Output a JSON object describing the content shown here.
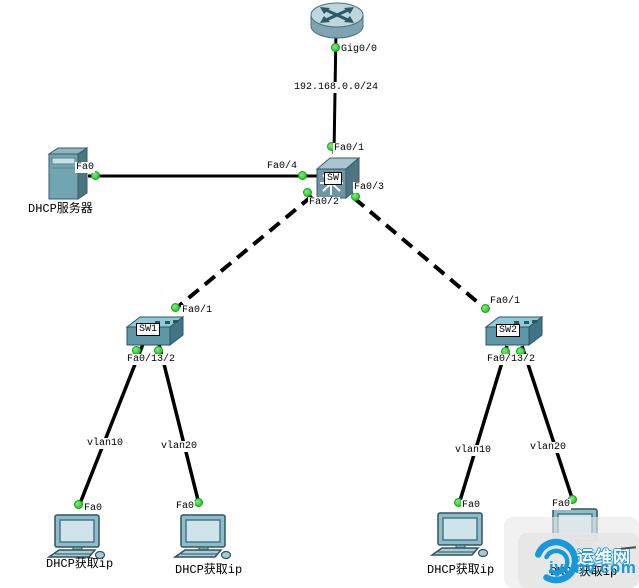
{
  "colors": {
    "link_up_green": "#33CC33",
    "watermark_blue": "#1798DC",
    "device_teal": "#6D96A4",
    "link_black": "#000000"
  },
  "topology": {
    "router": {
      "interface_label": "Gig0/0"
    },
    "uplink_network_label": "192.168.0.0/24",
    "core_switch": {
      "name": "SW",
      "ports": {
        "uplink": "Fa0/1",
        "server": "Fa0/4",
        "to_sw1": "Fa0/2",
        "to_sw2": "Fa0/3"
      }
    },
    "server": {
      "name": "DHCP服务器",
      "port_label": "Fa0"
    },
    "sw1": {
      "name": "SW1",
      "uplink_port": "Fa0/1",
      "downlink_port_label": "Fa0/13/2",
      "vlan_labels": [
        "vlan10",
        "vlan20"
      ]
    },
    "sw2": {
      "name": "SW2",
      "uplink_port": "Fa0/1",
      "downlink_port_label": "Fa0/13/2",
      "vlan_labels": [
        "vlan10",
        "vlan20"
      ]
    },
    "pcs": [
      {
        "name": "DHCP获取ip",
        "port_label": "Fa0"
      },
      {
        "name": "DHCP获取ip",
        "port_label": "Fa0"
      },
      {
        "name": "DHCP获取ip",
        "port_label": "Fa0"
      },
      {
        "name": "DHCP获取ip",
        "port_label": "Fa0"
      }
    ]
  },
  "watermark": {
    "site_name": "运维网",
    "site_url": "iyunv.com"
  }
}
